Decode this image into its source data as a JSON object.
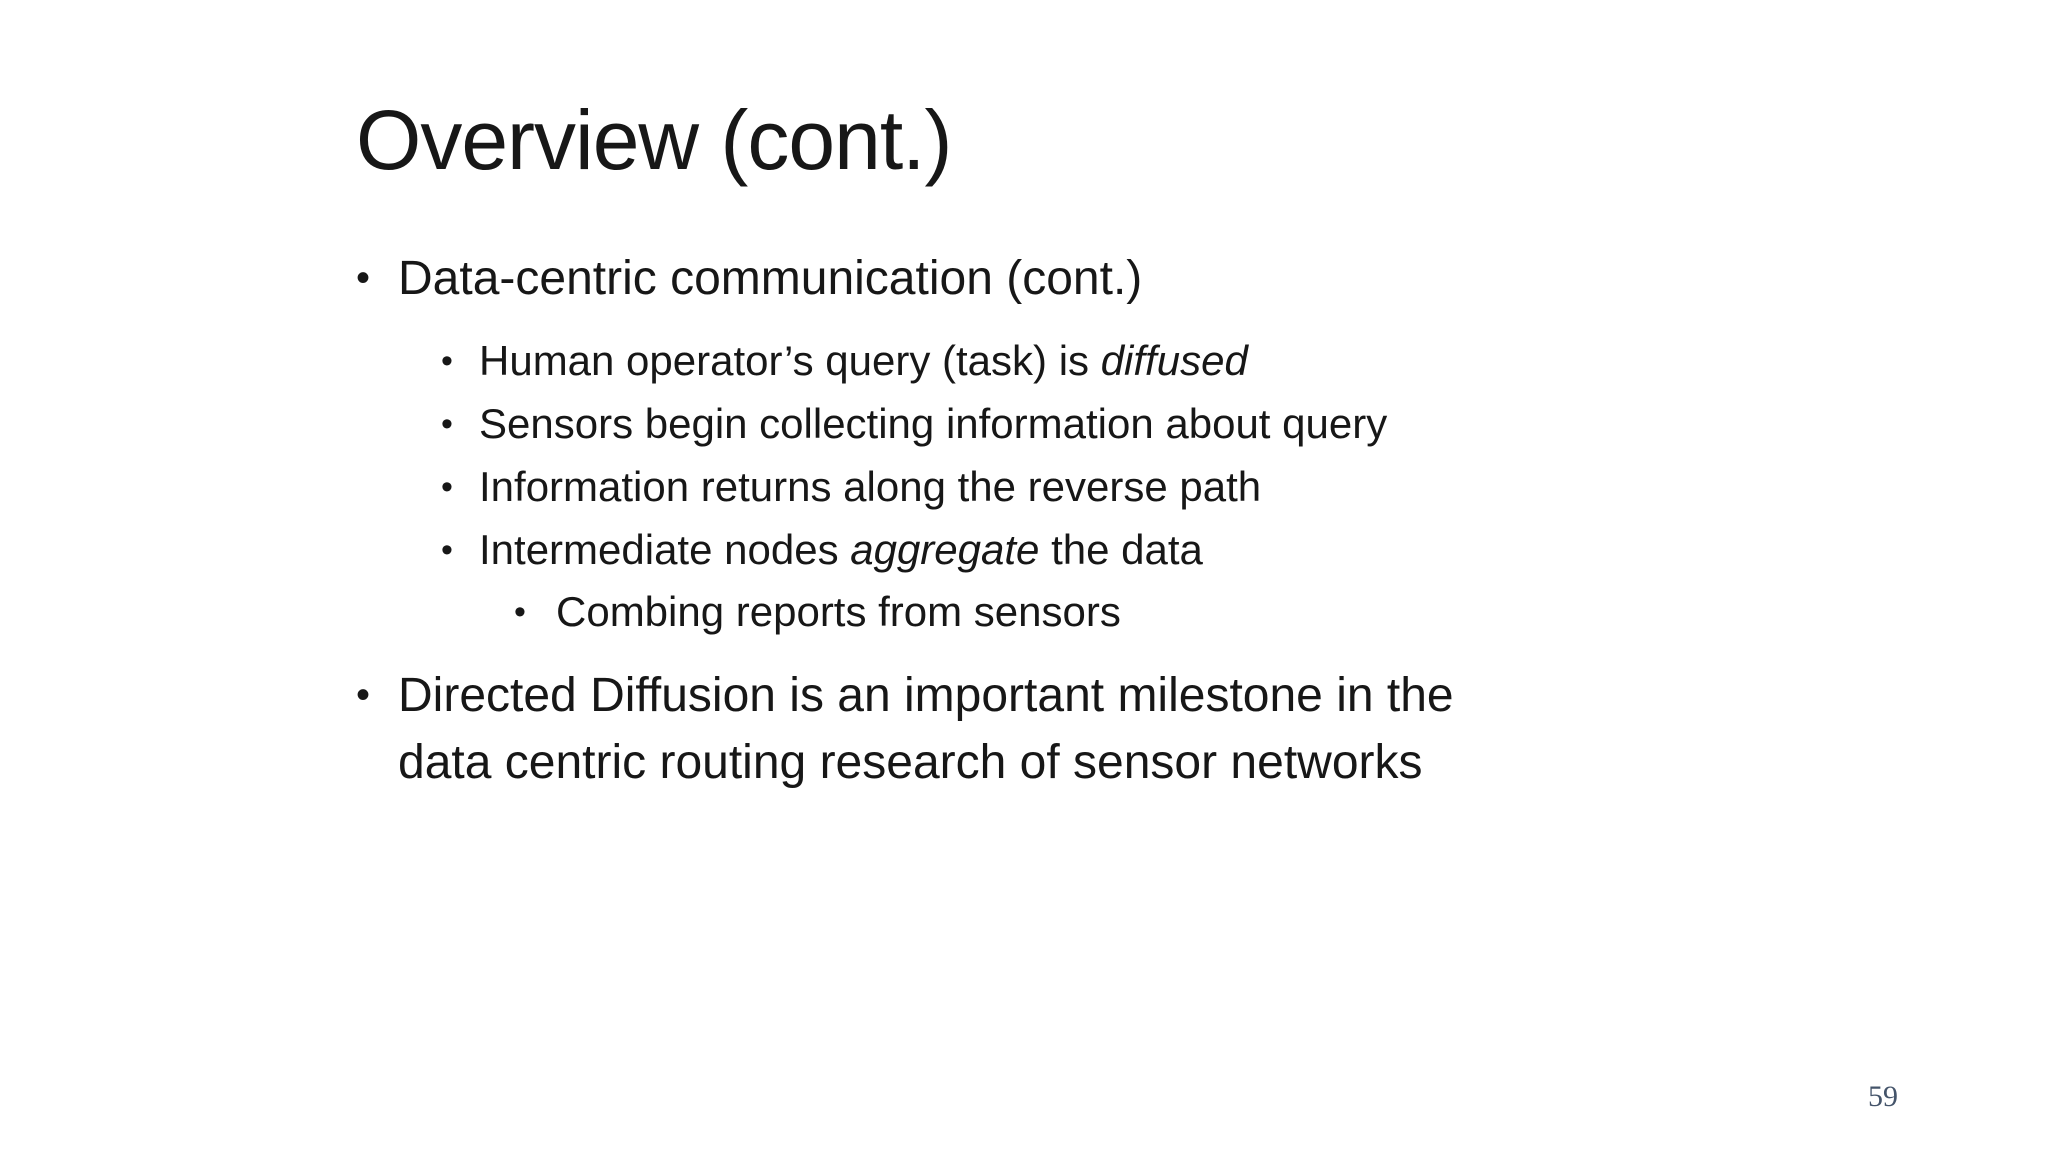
{
  "slide": {
    "title": "Overview (cont.)",
    "bullet_glyph": "•",
    "bullets": [
      {
        "level": 1,
        "runs": [
          {
            "text": "Data-centric communication (cont.)"
          }
        ]
      },
      {
        "level": 2,
        "runs": [
          {
            "text": "Human operator’s query (task) is "
          },
          {
            "text": "diffused",
            "italic": true
          }
        ]
      },
      {
        "level": 2,
        "runs": [
          {
            "text": "Sensors begin collecting information about query"
          }
        ]
      },
      {
        "level": 2,
        "runs": [
          {
            "text": "Information returns along the reverse path"
          }
        ]
      },
      {
        "level": 2,
        "runs": [
          {
            "text": "Intermediate nodes "
          },
          {
            "text": "aggregate",
            "italic": true
          },
          {
            "text": " the data"
          }
        ]
      },
      {
        "level": 3,
        "runs": [
          {
            "text": "Combing reports from sensors"
          }
        ]
      },
      {
        "level": 1,
        "runs": [
          {
            "text": "Directed Diffusion is an important milestone in the data centric routing research of sensor networks"
          }
        ]
      }
    ],
    "page_number": "59",
    "colors": {
      "background": "#ffffff",
      "text": "#171717",
      "page_number": "#44546A"
    }
  }
}
